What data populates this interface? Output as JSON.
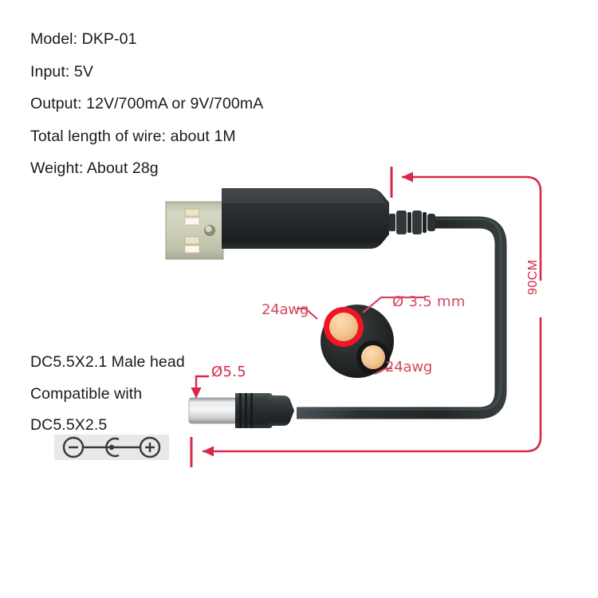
{
  "product": {
    "title": "USB 5V to DC boost cable product diagram",
    "specs": [
      "Model: DKP-01",
      "Input: 5V",
      "Output: 12V/700mA or 9V/700mA",
      "Total length of wire: about 1M",
      "Weight: About 28g"
    ],
    "connector_notes": [
      "DC5.5X2.1 Male head",
      "Compatible with",
      "DC5.5X2.5"
    ]
  },
  "annotations": {
    "cable_length": "90CM",
    "cable_diameter": "Ø 3.5 mm",
    "plug_diameter": "Ø5.5",
    "wire_gauge_top": "24awg",
    "wire_gauge_bottom": "24awg"
  },
  "polarity": {
    "negative_symbol": "minus-circle",
    "center_symbol": "center-pin",
    "positive_symbol": "plus-circle"
  },
  "colors": {
    "dimension_red": "#d6294a",
    "label_red": "#d4485f",
    "cable_black": "#2b2f2e",
    "insulation_red": "#f01424",
    "copper": "#f2c791",
    "usb_shell": "#c8c9b4",
    "badge_gray": "#e8e8e8"
  },
  "icons": {
    "usb_connector": "usb-a-plug-icon",
    "dc_plug": "dc-barrel-plug-icon",
    "cross_section": "cable-cross-section-icon"
  }
}
